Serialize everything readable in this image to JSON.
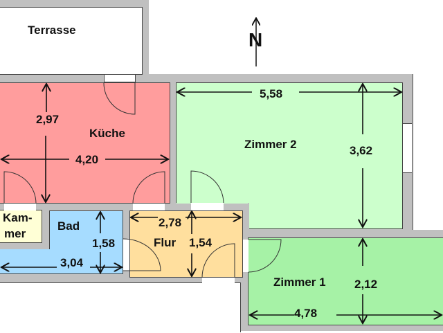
{
  "plan": {
    "compass": {
      "label": "N"
    },
    "colors": {
      "wall": "#c0c0c0",
      "kueche": "#ff9d9d",
      "zimmer2": "#ccffcc",
      "zimmer1": "#a6f2a6",
      "flur": "#ffdf9e",
      "bad": "#a6dcff",
      "kammer": "#ffffd6",
      "terrasse": "#ffffff"
    },
    "rooms": {
      "terrasse": {
        "name": "Terrasse"
      },
      "kueche": {
        "name": "Küche",
        "width": "4,20",
        "depth": "2,97"
      },
      "zimmer2": {
        "name": "Zimmer 2",
        "width": "5,58",
        "depth": "3,62"
      },
      "kammer": {
        "name_line1": "Kam-",
        "name_line2": "mer"
      },
      "bad": {
        "name": "Bad",
        "width": "3,04",
        "depth": "1,58"
      },
      "flur": {
        "name": "Flur",
        "width": "2,78",
        "depth": "1,54"
      },
      "zimmer1": {
        "name": "Zimmer 1",
        "width": "4,78",
        "depth": "2,12"
      }
    }
  }
}
